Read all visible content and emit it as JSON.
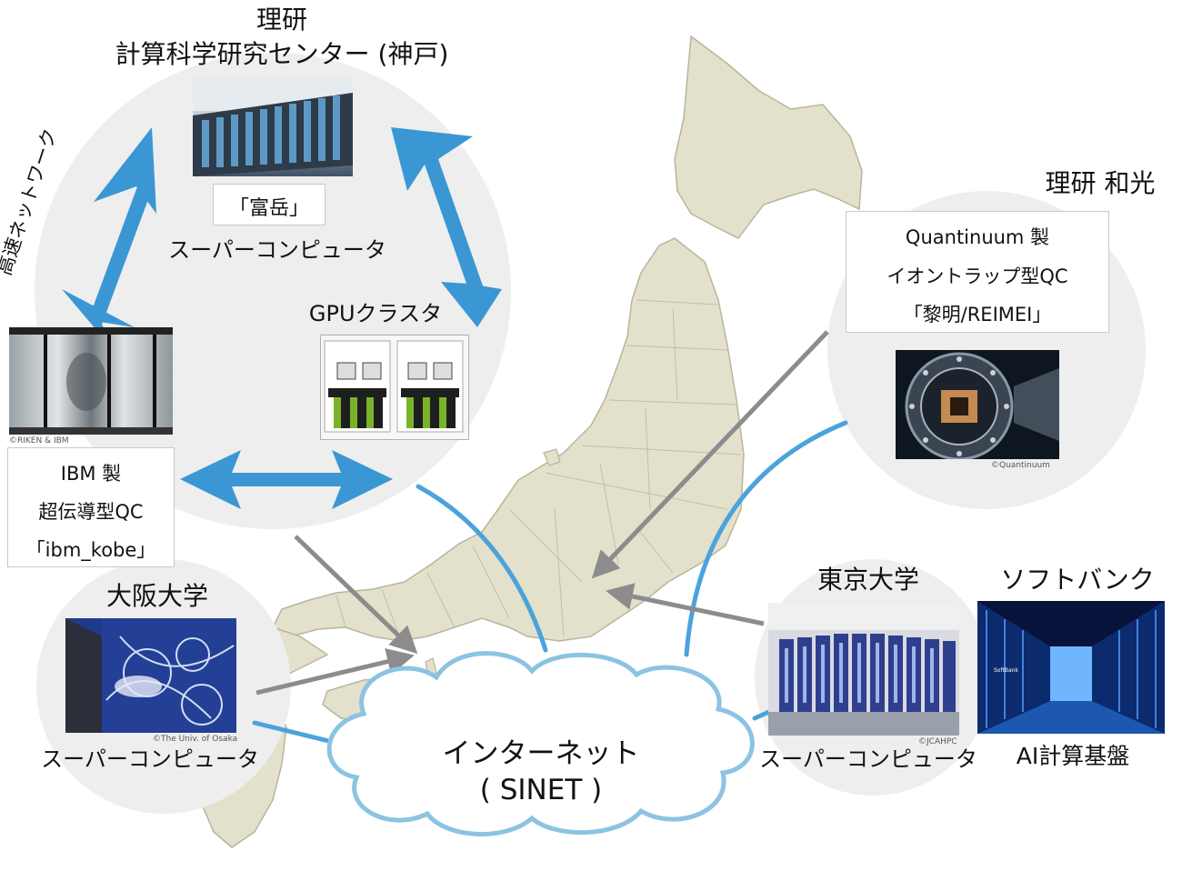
{
  "riken_kobe": {
    "name": "理研",
    "center": "計算科学研究センター (神戸)",
    "fugaku": "「富岳」",
    "fugaku_type": "スーパーコンピュータ",
    "gpu": "GPUクラスタ",
    "network": "高速ネットワーク",
    "ibm_credit": "©RIKEN & IBM",
    "ibm_qc": [
      "IBM 製",
      "超伝導型QC",
      "「ibm_kobe」"
    ]
  },
  "riken_wako": {
    "name": "理研 和光",
    "qc": [
      "Quantinuum 製",
      "イオントラップ型QC",
      "「黎明/REIMEI」"
    ],
    "credit": "©Quantinuum"
  },
  "osaka": {
    "name": "大阪大学",
    "credit": "©The Univ. of Osaka",
    "type": "スーパーコンピュータ"
  },
  "tokyo": {
    "name": "東京大学",
    "credit": "©JCAHPC",
    "type": "スーパーコンピュータ"
  },
  "softbank": {
    "name": "ソフトバンク",
    "type": "AI計算基盤",
    "rack_text": "SoftBank"
  },
  "internet": {
    "line1": "インターネット",
    "line2": "( SINET )"
  },
  "colors": {
    "map_land": "#e3e0cc",
    "map_border": "#b9b59c",
    "circle_fill": "#eeeeee",
    "network_arrow": "#3a97d4",
    "link_line": "#4aa3db",
    "pointer_arrow": "#8c8c8c",
    "cloud_stroke": "#8cc3e3"
  }
}
